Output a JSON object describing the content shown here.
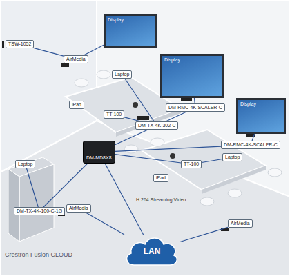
{
  "diagram": {
    "nodes": [
      {
        "text": [
          "TSW-1052"
        ]
      },
      {
        "text": [
          "AirMedia"
        ]
      },
      {
        "text": [
          "Display"
        ]
      },
      {
        "text": [
          "Display"
        ]
      },
      {
        "text": [
          "Display"
        ]
      },
      {
        "text": [
          "DM-RMC-4K-SCALER-C"
        ]
      },
      {
        "text": [
          "DM-RMC-4K-SCALER-C"
        ]
      },
      {
        "text": [
          "Laptop"
        ]
      },
      {
        "text": [
          "TT-100"
        ]
      },
      {
        "text": [
          "iPad"
        ]
      },
      {
        "text": [
          "DM-TX-4K-302-C"
        ]
      },
      {
        "text": [
          "DM-MD8X8"
        ]
      },
      {
        "text": [
          "Laptop"
        ]
      },
      {
        "text": [
          "DM-TX-4K-100-C-1G"
        ]
      },
      {
        "text": [
          "AirMedia"
        ]
      },
      {
        "text": [
          "TT-100"
        ]
      },
      {
        "text": [
          "Laptop"
        ]
      },
      {
        "text": [
          "iPad"
        ]
      },
      {
        "text": [
          "AirMedia"
        ]
      },
      {
        "text": [
          "LAN"
        ]
      }
    ],
    "edges": [
      {
        "from": 11,
        "to": 10,
        "arrow": "none"
      },
      {
        "from": 10,
        "to": 7,
        "arrow": "none"
      },
      {
        "from": 10,
        "to": 8,
        "arrow": "none"
      },
      {
        "from": 10,
        "to": 5,
        "arrow": "none"
      },
      {
        "from": 11,
        "to": 6,
        "arrow": "none"
      },
      {
        "from": 3,
        "to": 5,
        "arrow": "none"
      },
      {
        "from": 4,
        "to": 6,
        "arrow": "none"
      },
      {
        "from": 2,
        "to": 1,
        "arrow": "none"
      },
      {
        "from": 0,
        "to": 1,
        "arrow": "none"
      },
      {
        "from": 11,
        "to": 13,
        "arrow": "none"
      },
      {
        "from": 13,
        "to": 12,
        "arrow": "none"
      },
      {
        "from": 14,
        "to": 19,
        "arrow": "none"
      },
      {
        "from": 18,
        "to": 19,
        "arrow": "none"
      },
      {
        "from": 11,
        "to": 19,
        "arrow": "none"
      },
      {
        "from": 15,
        "to": 11,
        "arrow": "none"
      },
      {
        "from": 16,
        "to": 15,
        "arrow": "none"
      }
    ],
    "labels": [
      "H.264 Streaming Video",
      "Crestron Fusion CLOUD"
    ]
  }
}
